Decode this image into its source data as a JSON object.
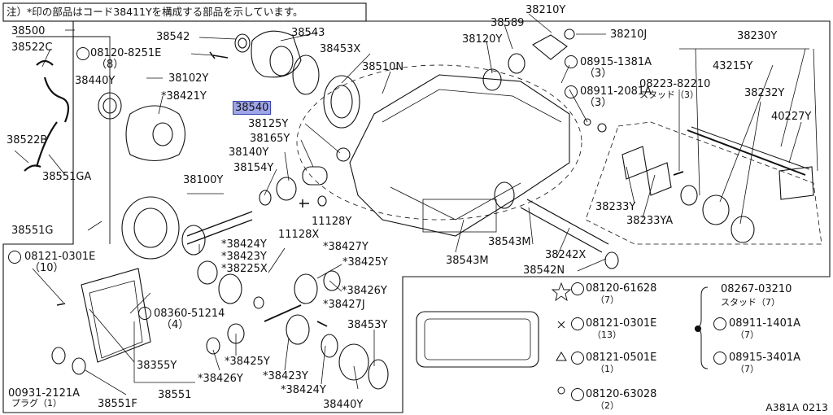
{
  "note": "注）*印の部品はコード38411Yを構成する部品を示しています。",
  "labels": {
    "38500": "38500",
    "38522C": "38522C",
    "38522B": "38522B",
    "38551GA": "38551GA",
    "38551G": "38551G",
    "38542_top": "38542",
    "b08120_8251E": "08120-8251E",
    "qty8": "（8）",
    "38440Y_top": "38440Y",
    "38102Y": "38102Y",
    "38421Y": "*38421Y",
    "38543": "38543",
    "38540": "38540",
    "38453X": "38453X",
    "38510N": "38510N",
    "38125Y": "38125Y",
    "38165Y": "38165Y",
    "38140Y": "38140Y",
    "38154Y": "38154Y",
    "38100Y": "38100Y",
    "11128Y": "11128Y",
    "11128X": "11128X",
    "38210Y": "38210Y",
    "38589": "38589",
    "38120Y": "38120Y",
    "38210J": "38210J",
    "w08915_1381A": "08915-1381A",
    "qty3a": "（3）",
    "n08911_2081A": "08911-2081A",
    "qty3b": "（3）",
    "38230Y": "38230Y",
    "43215Y": "43215Y",
    "08223_82210": "08223-82210",
    "stud3": "スタッド（3）",
    "38232Y": "38232Y",
    "40227Y": "40227Y",
    "38233Y": "38233Y",
    "38233YA": "38233YA",
    "38543M_a": "38543M",
    "38543M_b": "38543M",
    "38242X": "38242X",
    "38542N": "38542N",
    "b08121_0301E": "08121-0301E",
    "qty10": "（10）",
    "38424Y_a": "*38424Y",
    "38423Y_a": "*38423Y",
    "38225X": "*38225X",
    "38427Y": "*38427Y",
    "38425Y_a": "*38425Y",
    "38426Y_a": "*38426Y",
    "38427J": "*38427J",
    "s08360_51214": "08360-51214",
    "qty4": "（4）",
    "38425Y_b": "*38425Y",
    "38355Y": "38355Y",
    "38426Y_b": "*38426Y",
    "38423Y_b": "*38423Y",
    "38453Y": "38453Y",
    "00931_2121A": "00931-2121A",
    "plug1": "プラグ（1）",
    "38551": "38551",
    "38551F": "38551F",
    "38424Y_b": "*38424Y",
    "38440Y_b": "38440Y"
  },
  "legend": {
    "star_bolt": "08120-61628",
    "star_qty": "（7）",
    "x_bolt": "08121-0301E",
    "x_qty": "（13）",
    "tri_bolt": "08121-0501E",
    "tri_qty": "（1）",
    "circ_bolt": "08120-63028",
    "circ_qty": "（2）",
    "dot_stud": "08267-03210",
    "dot_stud_note": "スタッド（7）",
    "dot_nut": "08911-1401A",
    "dot_nut_qty": "（7）",
    "dot_washer": "08915-3401A",
    "dot_washer_qty": "（7）"
  },
  "diagram_code": "A381A 0213",
  "highlight_color": "#9fa6e8"
}
